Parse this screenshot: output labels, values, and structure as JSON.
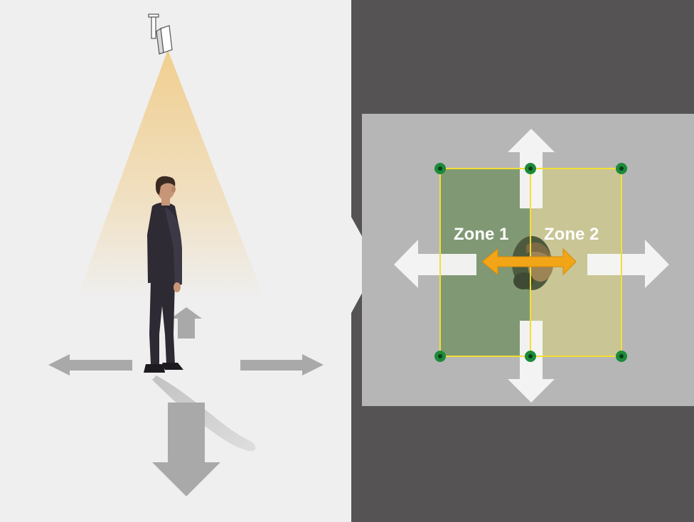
{
  "zones": [
    {
      "label": "Zone 1",
      "fill": "#6e8f5e"
    },
    {
      "label": "Zone 2",
      "fill": "#cfc98a"
    }
  ],
  "colors": {
    "left_panel_bg": "#efefef",
    "right_panel_bg": "#565354",
    "camera_view_bg": "#b6b6b6",
    "zone_border": "#f3df34",
    "corner_marker": "#1c8a3a",
    "crossing_arrow": "#f2a516",
    "direction_arrow_light": "#f7f7f7",
    "direction_arrow_gray": "#a9a9a9",
    "light_cone": "#f1cd8a"
  },
  "icons": [
    "ceiling-camera-icon",
    "person-figure",
    "direction-arrow-icon",
    "corner-marker-icon"
  ]
}
